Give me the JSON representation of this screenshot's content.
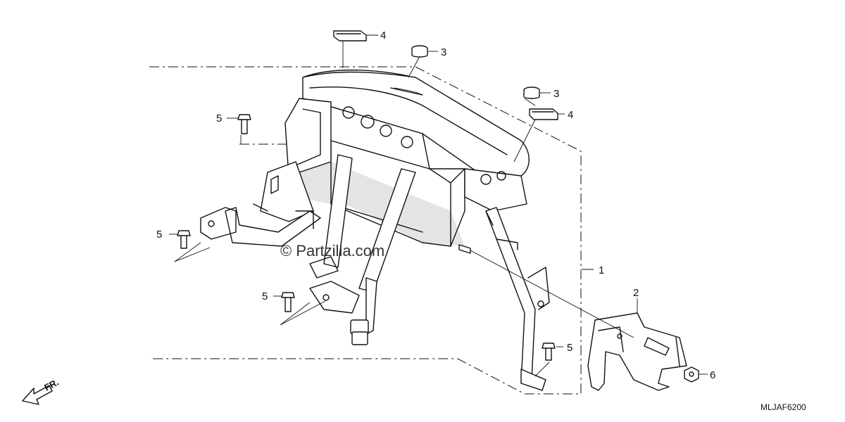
{
  "watermark": "© Partzilla.com",
  "diagram_code": "MLJAF6200",
  "front_indicator": "FR.",
  "callouts": {
    "c1": "1",
    "c2": "2",
    "c3a": "3",
    "c3b": "3",
    "c4a": "4",
    "c4b": "4",
    "c5a": "5",
    "c5b": "5",
    "c5c": "5",
    "c5d": "5",
    "c6": "6"
  }
}
